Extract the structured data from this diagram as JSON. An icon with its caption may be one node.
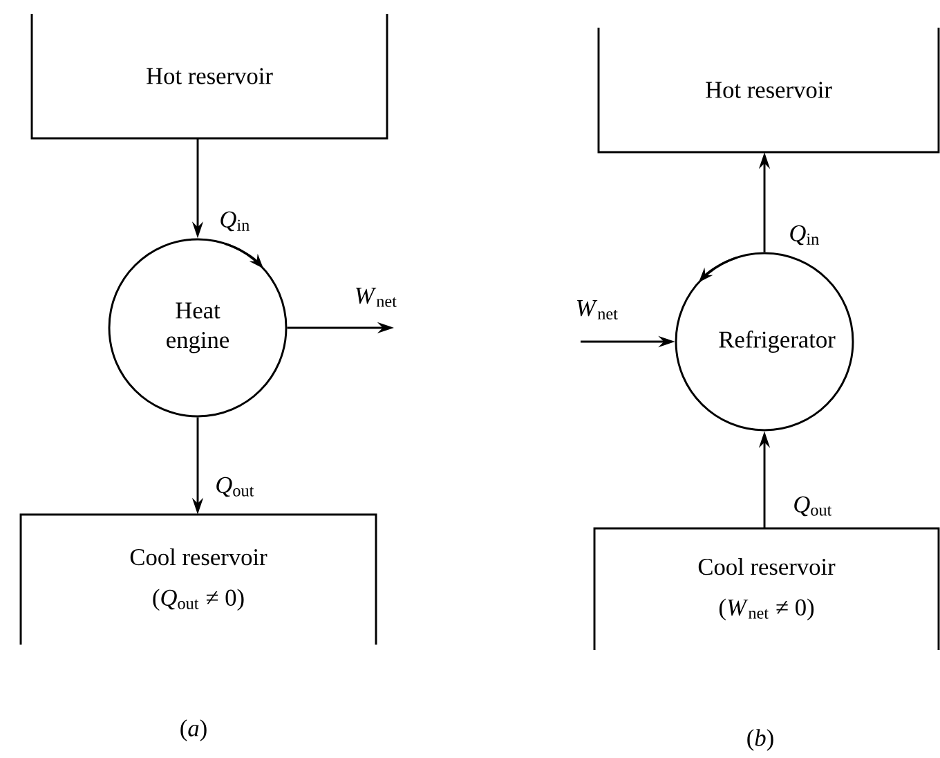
{
  "diagram": {
    "nodes": [
      {
        "text": [
          "Hot reservoir"
        ]
      },
      {
        "text": [
          "Heat engine"
        ]
      },
      {
        "text": [
          "Cool reservoir",
          "(*Q*$_{out}$ ≠ 0)"
        ]
      },
      {
        "text": [
          "Hot reservoir"
        ]
      },
      {
        "text": [
          "Refrigerator"
        ]
      },
      {
        "text": [
          "Cool reservoir",
          "(*W*$_{net}$ ≠ 0)"
        ]
      }
    ],
    "edges": [
      {
        "from": 0,
        "to": 1,
        "arrow": "to",
        "label": "*Q*$_{in}$"
      },
      {
        "from": 1,
        "to": null,
        "arrow": "to",
        "label": "*W*$_{net}$"
      },
      {
        "from": 1,
        "to": 2,
        "arrow": "to",
        "label": "*Q*$_{out}$"
      },
      {
        "from": 4,
        "to": 3,
        "arrow": "to",
        "label": "*Q*$_{in}$"
      },
      {
        "from": null,
        "to": 4,
        "arrow": "to",
        "label": "*W*$_{net}$"
      },
      {
        "from": 5,
        "to": 4,
        "arrow": "to",
        "label": "*Q*$_{out}$"
      }
    ],
    "labels": [
      "(*a*)",
      "(*b*)"
    ]
  }
}
